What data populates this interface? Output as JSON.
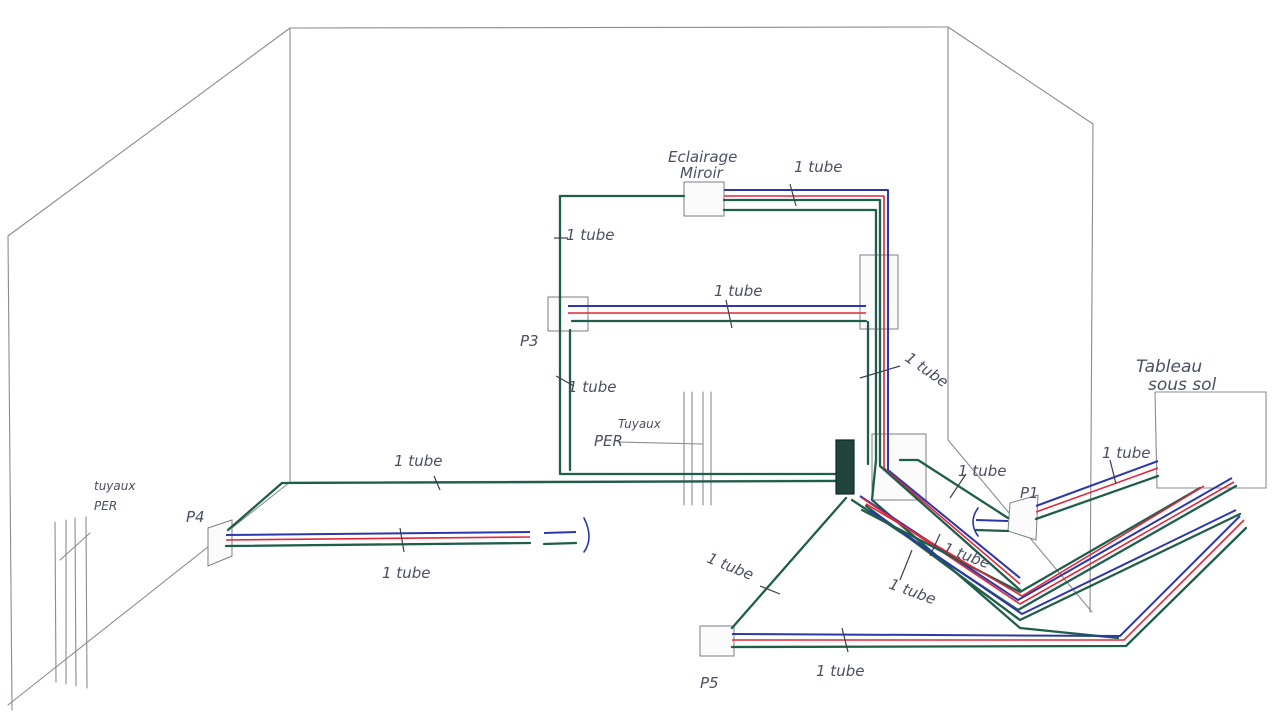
{
  "labels": {
    "eclairage_line1": "Eclairage",
    "eclairage_line2": "Miroir",
    "tableau_line1": "Tableau",
    "tableau_line2": "sous sol",
    "p1": "P1",
    "p3": "P3",
    "p4": "P4",
    "p5": "P5",
    "tuyaux_left_line1": "tuyaux",
    "tuyaux_left_line2": "PER",
    "tuyaux_center_line1": "Tuyaux",
    "tuyaux_center_line2": "PER",
    "tube": "1 tube"
  },
  "colors": {
    "background": "#ffffff",
    "pencil": "#8a8c92",
    "conduit_green": "#1f5e4a",
    "conductor_blue": "#2d38a8",
    "conductor_red": "#e0283c",
    "ink_text": "#4a4f63"
  }
}
